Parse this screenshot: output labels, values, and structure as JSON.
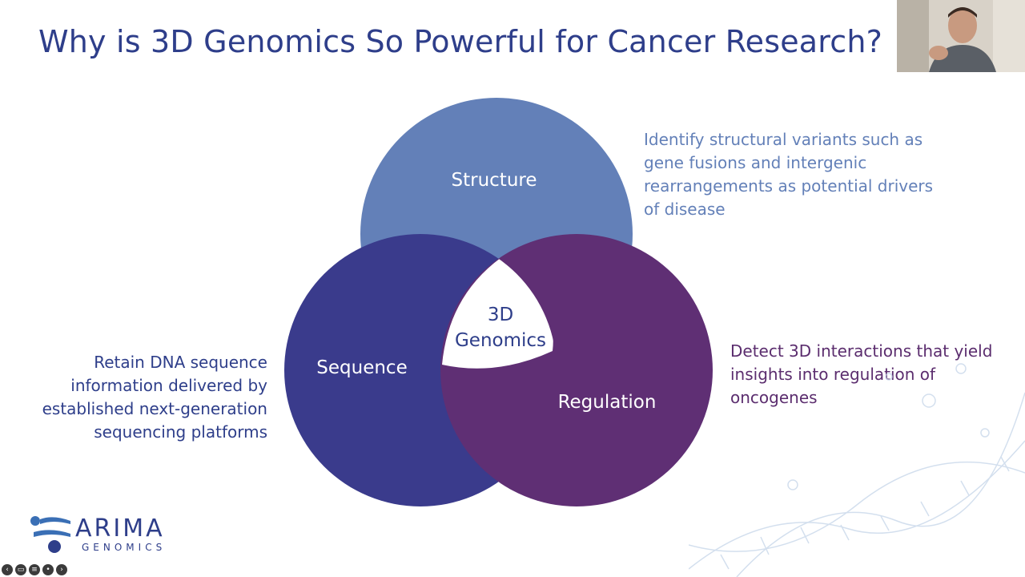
{
  "title": "Why is 3D Genomics So Powerful for Cancer Research?",
  "venn": {
    "structure_label": "Structure",
    "sequence_label": "Sequence",
    "regulation_label": "Regulation",
    "center_line1": "3D",
    "center_line2": "Genomics"
  },
  "descriptions": {
    "structure": "Identify structural variants such as gene fusions and intergenic rearrangements as potential drivers of disease",
    "regulation": "Detect 3D interactions that yield insights into regulation of oncogenes",
    "sequence": "Retain DNA sequence information delivered by established next-generation sequencing platforms"
  },
  "logo": {
    "word": "ARIMA",
    "sub": "GENOMICS"
  },
  "colors": {
    "title": "#2e3e8a",
    "structure": "#6380b8",
    "sequence": "#3a3b8c",
    "regulation": "#5f2f74"
  },
  "controls": [
    "previous-icon",
    "slides-icon",
    "captions-icon",
    "more-icon",
    "next-icon"
  ]
}
